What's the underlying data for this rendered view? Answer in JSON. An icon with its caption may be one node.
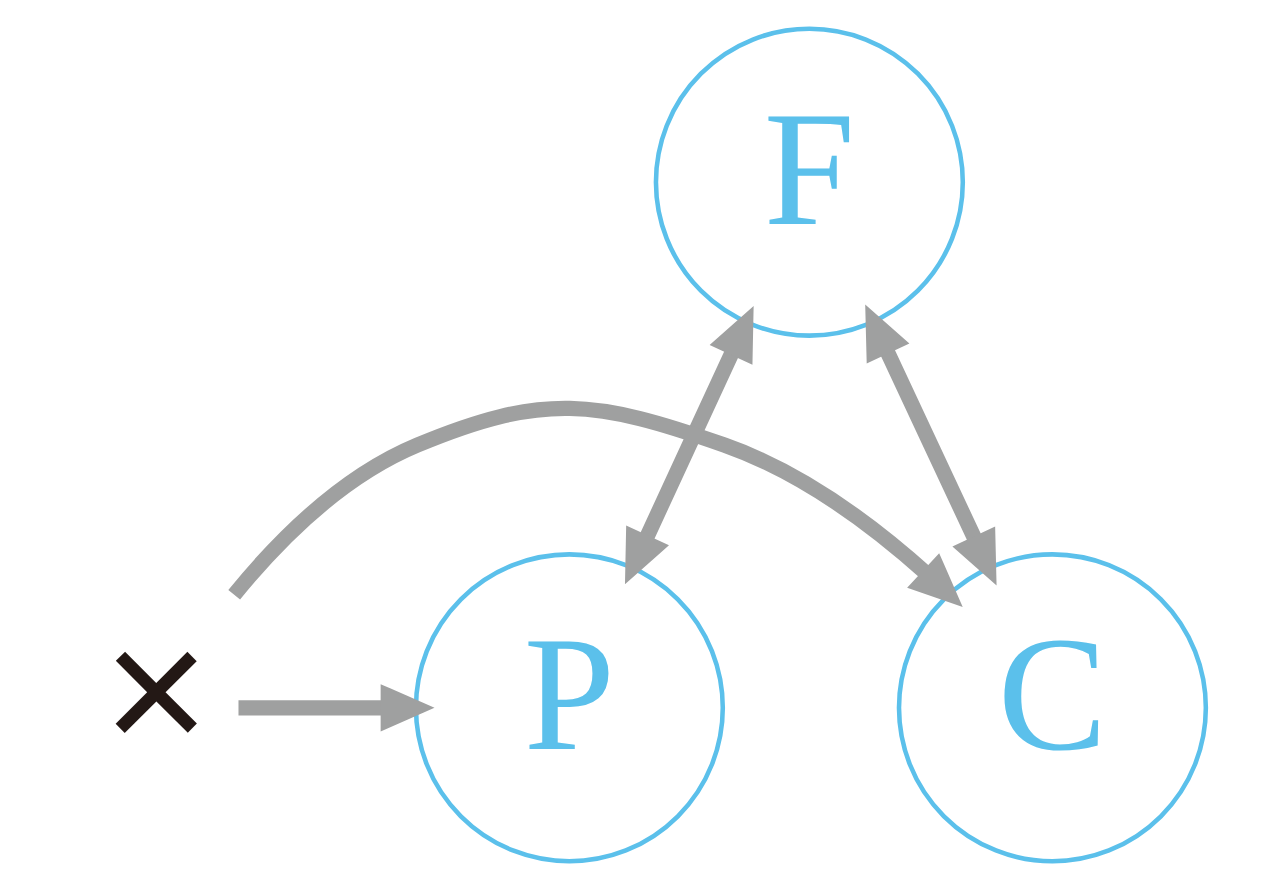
{
  "diagram": {
    "nodes": [
      {
        "text": [
          "F"
        ]
      },
      {
        "text": [
          "C"
        ]
      },
      {
        "text": [
          "×"
        ]
      },
      {
        "text": [
          "P"
        ]
      }
    ],
    "edges": [
      {
        "from": 0,
        "to": 1,
        "arrow": "both"
      },
      {
        "from": 0,
        "to": 3,
        "arrow": "both"
      },
      {
        "from": 2,
        "to": 1,
        "arrow": "to"
      },
      {
        "from": 2,
        "to": 3,
        "arrow": "to"
      }
    ]
  }
}
